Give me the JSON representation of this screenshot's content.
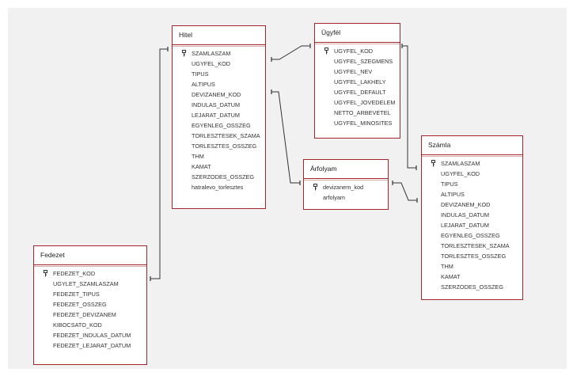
{
  "tables": {
    "hitel": {
      "title": "Hitel",
      "fields": [
        "SZAMLASZAM",
        "UGYFEL_KOD",
        "TIPUS",
        "ALTIPUS",
        "DEVIZANEM_KOD",
        "INDULAS_DATUM",
        "LEJARAT_DATUM",
        "EGYENLEG_OSSZEG",
        "TORLESZTESEK_SZAMA",
        "TORLESZTES_OSSZEG",
        "THM",
        "KAMAT",
        "SZERZODES_OSSZEG",
        "hatralevo_torlesztes"
      ]
    },
    "ugyfel": {
      "title": "Ügyfél",
      "fields": [
        "UGYFEL_KOD",
        "UGYFEL_SZEGMENS",
        "UGYFEL_NEV",
        "UGYFEL_LAKHELY",
        "UGYFEL_DEFAULT",
        "UGYFEL_JOVEDELEM",
        "NETTO_ARBEVETEL",
        "UGYFEL_MINOSITES"
      ]
    },
    "arfolyam": {
      "title": "Árfolyam",
      "fields": [
        "devizanem_kod",
        "arfolyam"
      ]
    },
    "szamla": {
      "title": "Számla",
      "fields": [
        "SZAMLASZAM",
        "UGYFEL_KOD",
        "TIPUS",
        "ALTIPUS",
        "DEVIZANEM_KOD",
        "INDULAS_DATUM",
        "LEJARAT_DATUM",
        "EGYENLEG_OSSZEG",
        "TORLESZTESEK_SZAMA",
        "TORLESZTES_OSSZEG",
        "THM",
        "KAMAT",
        "SZERZODES_OSSZEG"
      ]
    },
    "fedezet": {
      "title": "Fedezet",
      "fields": [
        "FEDEZET_KOD",
        "UGYLET_SZAMLASZAM",
        "FEDEZET_TIPUS",
        "FEDEZET_OSSZEG",
        "FEDEZET_DEVIZANEM",
        "KIBOCSATO_KOD",
        "FEDEZET_INDULAS_DATUM",
        "FEDEZET_LEJARAT_DATUM"
      ]
    }
  },
  "colors": {
    "border": "#a4262c",
    "background": "#f1f1f1",
    "line": "#333333"
  }
}
